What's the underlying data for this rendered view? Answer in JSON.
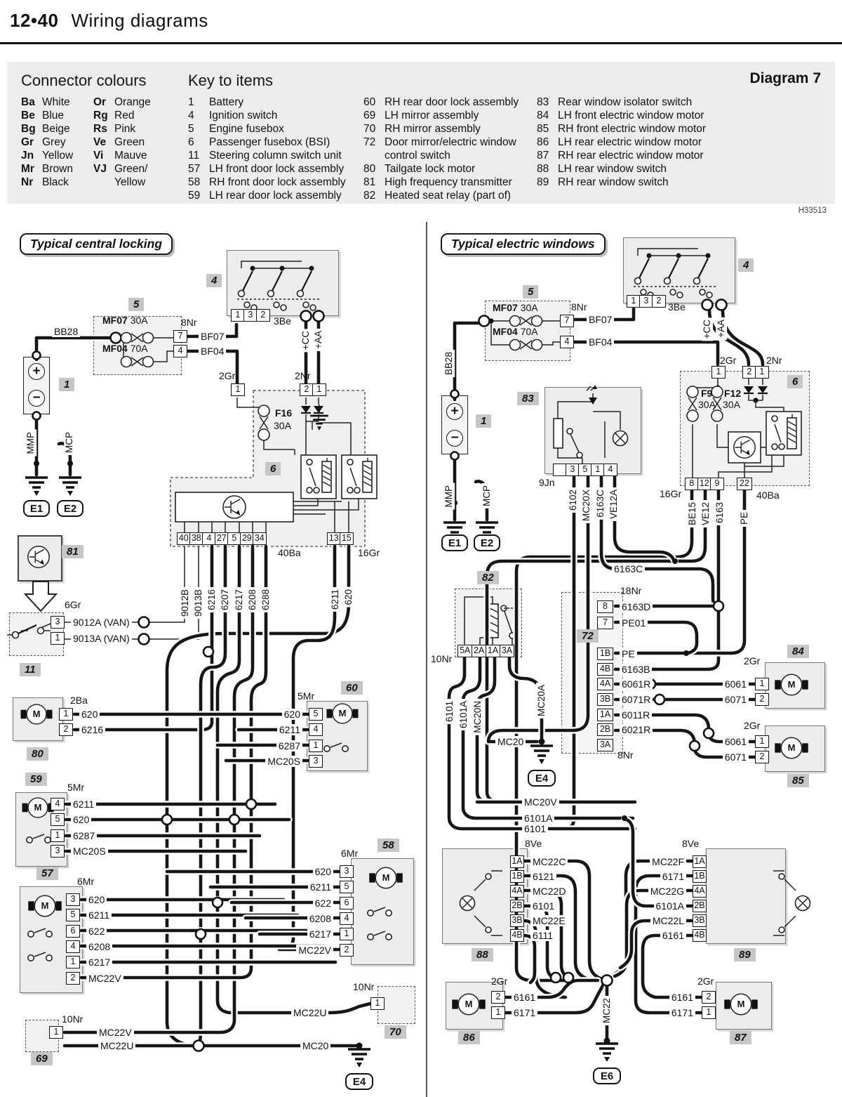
{
  "header": {
    "page_no": "12•40",
    "title": "Wiring diagrams"
  },
  "legend": {
    "colours_title": "Connector colours",
    "colours1": [
      {
        "code": "Ba",
        "name": "White"
      },
      {
        "code": "Be",
        "name": "Blue"
      },
      {
        "code": "Bg",
        "name": "Beige"
      },
      {
        "code": "Gr",
        "name": "Grey"
      },
      {
        "code": "Jn",
        "name": "Yellow"
      },
      {
        "code": "Mr",
        "name": "Brown"
      },
      {
        "code": "Nr",
        "name": "Black"
      }
    ],
    "colours2": [
      {
        "code": "Or",
        "name": "Orange"
      },
      {
        "code": "Rg",
        "name": "Red"
      },
      {
        "code": "Rs",
        "name": "Pink"
      },
      {
        "code": "Ve",
        "name": "Green"
      },
      {
        "code": "Vi",
        "name": "Mauve"
      },
      {
        "code": "VJ",
        "name": "Green/ Yellow"
      }
    ],
    "key_title": "Key to items",
    "key1": [
      {
        "num": "1",
        "name": "Battery"
      },
      {
        "num": "4",
        "name": "Ignition switch"
      },
      {
        "num": "5",
        "name": "Engine fusebox"
      },
      {
        "num": "6",
        "name": "Passenger fusebox (BSI)"
      },
      {
        "num": "11",
        "name": "Steering column switch unit"
      },
      {
        "num": "57",
        "name": "LH front door lock assembly"
      },
      {
        "num": "58",
        "name": "RH front door lock assembly"
      },
      {
        "num": "59",
        "name": "LH rear door lock assembly"
      }
    ],
    "key2": [
      {
        "num": "60",
        "name": "RH rear door lock assembly"
      },
      {
        "num": "69",
        "name": "LH mirror assembly"
      },
      {
        "num": "70",
        "name": "RH mirror assembly"
      },
      {
        "num": "72",
        "name": "Door mirror/electric window control switch"
      },
      {
        "num": "80",
        "name": "Tailgate lock motor"
      },
      {
        "num": "81",
        "name": "High frequency transmitter"
      },
      {
        "num": "82",
        "name": "Heated seat relay (part of)"
      }
    ],
    "key3": [
      {
        "num": "83",
        "name": "Rear window isolator switch"
      },
      {
        "num": "84",
        "name": "LH front electric window motor"
      },
      {
        "num": "85",
        "name": "RH front electric window motor"
      },
      {
        "num": "86",
        "name": "LH rear electric window motor"
      },
      {
        "num": "87",
        "name": "RH rear electric window motor"
      },
      {
        "num": "88",
        "name": "LH rear window switch"
      },
      {
        "num": "89",
        "name": "RH rear window switch"
      }
    ],
    "diagram_no": "Diagram 7",
    "ref": "H33513"
  },
  "glyphs": {
    "motor": "M",
    "plus": "+",
    "minus": "−"
  },
  "left": {
    "title": "Typical central locking",
    "no1": "1",
    "bb28": "BB28",
    "mmp": "MMP",
    "mcp": "MCP",
    "e1": "E1",
    "e2": "E2",
    "fusebox": {
      "no": "5",
      "f1": "MF07",
      "f1r": "30A",
      "f2": "MF04",
      "f2r": "70A",
      "conn": "8Nr",
      "p1": "7",
      "p2": "4",
      "w1": "BF07",
      "w2": "BF04"
    },
    "ign": {
      "no": "4",
      "pins": [
        "1",
        "3",
        "2"
      ],
      "conn": "3Be",
      "wcc": "+CC",
      "waa": "+AA"
    },
    "c2gr": {
      "label": "2Gr",
      "pin": "1"
    },
    "c2nr": {
      "label": "2Nr",
      "pins": [
        "2",
        "1"
      ]
    },
    "bsi": {
      "no": "6",
      "fuse": "F16",
      "fuser": "30A",
      "pins": [
        "40",
        "38",
        "4",
        "27",
        "5",
        "29",
        "34"
      ],
      "conn": "40Ba",
      "pins2": [
        "13",
        "15"
      ],
      "conn2": "16Gr",
      "wires": [
        "9012B",
        "9013B",
        "6216",
        "6207",
        "6217",
        "6208",
        "6288"
      ],
      "wires2": [
        "6211",
        "620"
      ]
    },
    "tx81": {
      "no": "81"
    },
    "sw11": {
      "no": "11",
      "conn": "6Gr",
      "rows": [
        {
          "pin": "3",
          "wire": "9012A (VAN)"
        },
        {
          "pin": "1",
          "wire": "9013A (VAN)"
        }
      ]
    },
    "lock80": {
      "no": "80",
      "conn": "2Ba",
      "rows": [
        {
          "pin": "1",
          "wire": "620"
        },
        {
          "pin": "2",
          "wire": "6216"
        }
      ]
    },
    "lock60": {
      "no": "60",
      "conn": "5Mr",
      "rows": [
        {
          "wire": "620",
          "pin": "5"
        },
        {
          "wire": "6211",
          "pin": "4"
        },
        {
          "wire": "6287",
          "pin": "1"
        },
        {
          "wire": "MC20S",
          "pin": "3"
        }
      ]
    },
    "lock59": {
      "no": "59",
      "conn": "5Mr",
      "rows": [
        {
          "pin": "4",
          "wire": "6211"
        },
        {
          "pin": "5",
          "wire": "620"
        },
        {
          "pin": "1",
          "wire": "6287"
        },
        {
          "pin": "3",
          "wire": "MC20S"
        }
      ]
    },
    "lock57": {
      "no": "57",
      "conn": "6Mr",
      "rows": [
        {
          "pin": "3",
          "wire": "620"
        },
        {
          "pin": "5",
          "wire": "6211"
        },
        {
          "pin": "6",
          "wire": "622"
        },
        {
          "pin": "4",
          "wire": "6208"
        },
        {
          "pin": "1",
          "wire": "6217"
        },
        {
          "pin": "2",
          "wire": "MC22V"
        }
      ]
    },
    "lock58": {
      "no": "58",
      "conn": "6Mr",
      "rows": [
        {
          "wire": "620",
          "pin": "3"
        },
        {
          "wire": "6211",
          "pin": "5"
        },
        {
          "wire": "622",
          "pin": "6"
        },
        {
          "wire": "6208",
          "pin": "4"
        },
        {
          "wire": "6217",
          "pin": "1"
        },
        {
          "wire": "MC22V",
          "pin": "2"
        }
      ]
    },
    "mir69": {
      "no": "69",
      "conn": "10Nr",
      "pin": "1",
      "w1": "MC22V",
      "w2": "MC22U"
    },
    "mir70": {
      "no": "70",
      "conn": "10Nr",
      "pin": "1",
      "w1": "MC22U"
    },
    "mc20": "MC20",
    "e4": "E4"
  },
  "right": {
    "title": "Typical electric windows",
    "no1": "1",
    "bb28": "BB28",
    "mmp": "MMP",
    "mcp": "MCP",
    "e1": "E1",
    "e2": "E2",
    "fusebox": {
      "no": "5",
      "f1": "MF07",
      "f1r": "30A",
      "f2": "MF04",
      "f2r": "70A",
      "conn": "8Nr",
      "p1": "7",
      "p2": "4",
      "w1": "BF07",
      "w2": "BF04"
    },
    "ign": {
      "no": "4",
      "pins": [
        "1",
        "3",
        "2"
      ],
      "conn": "3Be",
      "wcc": "+CC",
      "waa": "+AA"
    },
    "c2gr": {
      "label": "2Gr",
      "pin": "1"
    },
    "c2nr": {
      "label": "2Nr",
      "pins": [
        "2",
        "1"
      ]
    },
    "bsi": {
      "no": "6",
      "f1": "F9",
      "f1r": "30A",
      "f2": "F12",
      "f2r": "30A",
      "pins": [
        "8",
        "12",
        "9"
      ],
      "conn": "16Gr",
      "pin22": "22",
      "conn22": "40Ba",
      "wires": [
        "BE15",
        "VE12",
        "6163"
      ],
      "wpe": "PE"
    },
    "iso83": {
      "no": "83",
      "conn": "9Jn",
      "pins": [
        "3",
        "5",
        "1",
        "4"
      ],
      "wires": [
        "6102",
        "MC20X",
        "6163C",
        "VE12A"
      ]
    },
    "relay82": {
      "no": "82",
      "conn": "10Nr",
      "pins": [
        "5A",
        "2A",
        "1A",
        "3A"
      ],
      "wires": [
        "6101",
        "6101A",
        "MC20N"
      ],
      "wire4": "MC20A"
    },
    "w6163c": "6163C",
    "sw72": {
      "no": "72",
      "conn_top": "18Nr",
      "rows_top": [
        {
          "pin": "8",
          "wire": "6163D"
        },
        {
          "pin": "7",
          "wire": "PE01"
        }
      ],
      "rows": [
        {
          "pin": "1B",
          "wire": "PE"
        },
        {
          "pin": "4B",
          "wire": "6163B"
        },
        {
          "pin": "4A",
          "wire": "6061R"
        },
        {
          "pin": "3B",
          "wire": "6071R"
        },
        {
          "pin": "1A",
          "wire": "6011R"
        },
        {
          "pin": "2B",
          "wire": "6021R"
        },
        {
          "pin": "3A",
          "wire": ""
        }
      ],
      "conn_bot": "8Nr"
    },
    "m84": {
      "no": "84",
      "conn": "2Gr",
      "rows": [
        {
          "wire": "6061",
          "pin": "1"
        },
        {
          "wire": "6071",
          "pin": "2"
        }
      ]
    },
    "m85": {
      "no": "85",
      "conn": "2Gr",
      "rows": [
        {
          "wire": "6061",
          "pin": "1"
        },
        {
          "wire": "6071",
          "pin": "2"
        }
      ]
    },
    "mc20": "MC20",
    "e4": "E4",
    "mid": {
      "w1": "MC20V",
      "w2": "6101A",
      "w3": "6101"
    },
    "sw88": {
      "no": "88",
      "conn": "8Ve",
      "rows": [
        {
          "pin": "1A",
          "wire": "MC22C"
        },
        {
          "pin": "1B",
          "wire": "6121"
        },
        {
          "pin": "4A",
          "wire": "MC22D"
        },
        {
          "pin": "2B",
          "wire": "6101"
        },
        {
          "pin": "3B",
          "wire": "MC22E"
        },
        {
          "pin": "4B",
          "wire": "6111"
        }
      ]
    },
    "sw89": {
      "no": "89",
      "conn": "8Ve",
      "rows": [
        {
          "wire": "MC22F",
          "pin": "1A"
        },
        {
          "wire": "6171",
          "pin": "1B"
        },
        {
          "wire": "MC22G",
          "pin": "4A"
        },
        {
          "wire": "6101A",
          "pin": "2B"
        },
        {
          "wire": "MC22L",
          "pin": "3B"
        },
        {
          "wire": "6161",
          "pin": "4B"
        }
      ]
    },
    "m86": {
      "no": "86",
      "conn": "2Gr",
      "rows": [
        {
          "pin": "2",
          "wire": "6161"
        },
        {
          "pin": "1",
          "wire": "6171"
        }
      ]
    },
    "m87": {
      "no": "87",
      "conn": "2Gr",
      "rows": [
        {
          "wire": "6161",
          "pin": "2"
        },
        {
          "wire": "6171",
          "pin": "1"
        }
      ]
    },
    "mc22": "MC22",
    "e6": "E6"
  }
}
